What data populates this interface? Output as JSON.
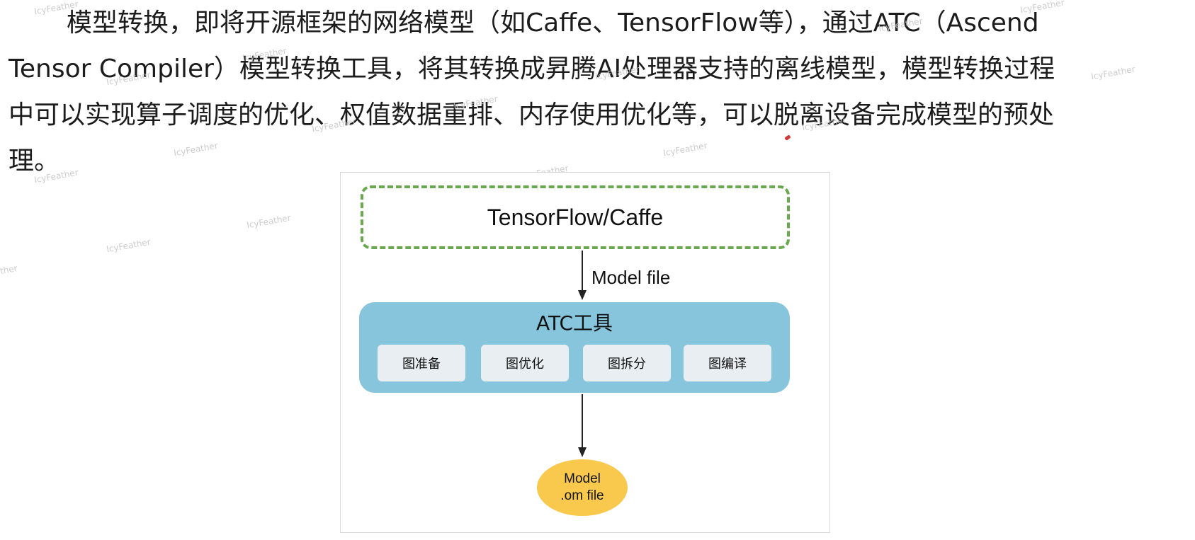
{
  "paragraph": {
    "lines": [
      "模型转换，即将开源框架的网络模型（如Caffe、TensorFlow等），通过ATC（Ascend",
      "Tensor Compiler）模型转换工具，将其转换成昇腾AI处理器支持的离线模型，模型转换过程",
      "中可以实现算子调度的优化、权值数据重排、内存使用优化等，可以脱离设备完成模型的预处",
      "理。"
    ]
  },
  "watermark": {
    "text": "IcyFeather",
    "partial_text": "ther",
    "color": "#c7c7c7"
  },
  "figure": {
    "framework_label": "TensorFlow/Caffe",
    "arrow_label": "Model file",
    "atc_title": "ATC工具",
    "steps": [
      "图准备",
      "图优化",
      "图拆分",
      "图编译"
    ],
    "output_line1": "Model",
    "output_line2": ".om file",
    "colors": {
      "framework_border": "#6aa84f",
      "atc_fill": "#86c5dc",
      "step_fill": "#e8eef1",
      "output_fill": "#f8c94d"
    }
  }
}
